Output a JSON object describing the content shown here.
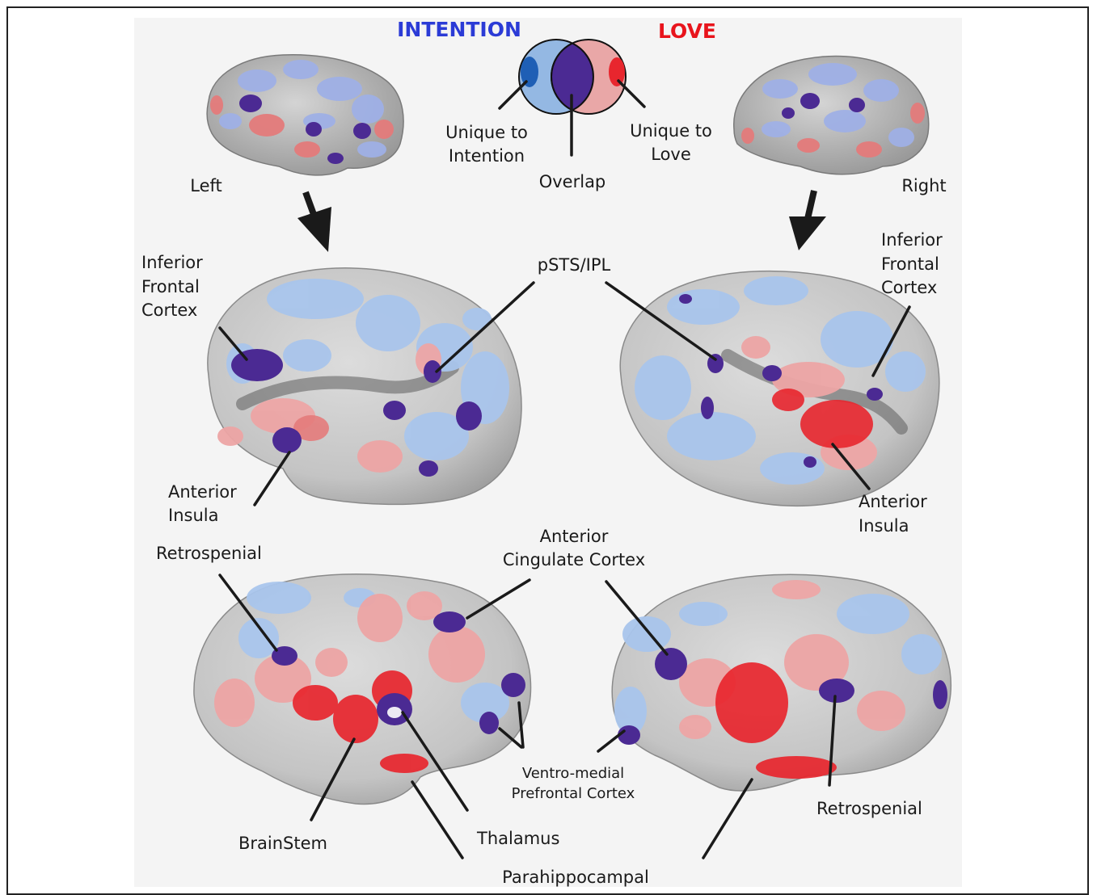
{
  "colors": {
    "intention": "#2b3bd6",
    "love": "#e8141c",
    "overlap": "#4b2a93",
    "unique_intention": "#1f5fb5",
    "unique_love": "#e8262e",
    "venn_intention_fill": "#94b8e3",
    "venn_love_fill": "#e9a7a7",
    "cortex": "#c9c9c9",
    "pale_blue": "#a9c5ec",
    "pale_red": "#eda5a5"
  },
  "legend": {
    "intention_title": "INTENTION",
    "love_title": "LOVE",
    "unique_intention": [
      "Unique to",
      "Intention"
    ],
    "overlap": "Overlap",
    "unique_love": [
      "Unique to",
      "Love"
    ]
  },
  "top_brains": {
    "left_label": "Left",
    "right_label": "Right"
  },
  "lateral_labels": {
    "ifc_left": [
      "Inferior",
      "Frontal",
      "Cortex"
    ],
    "ifc_right": [
      "Inferior",
      "Frontal",
      "Cortex"
    ],
    "psts": "pSTS/IPL",
    "insula_left": [
      "Anterior",
      "Insula"
    ],
    "insula_right": [
      "Anterior",
      "Insula"
    ]
  },
  "medial_labels": {
    "retrosplenial_left": "Retrospenial",
    "acc": [
      "Anterior",
      "Cingulate Cortex"
    ],
    "vmpfc": [
      "Ventro-medial",
      "Prefrontal Cortex"
    ],
    "retrosplenial_right": "Retrospenial",
    "brainstem": "BrainStem",
    "thalamus": "Thalamus",
    "parahippocampal": "Parahippocampal"
  }
}
